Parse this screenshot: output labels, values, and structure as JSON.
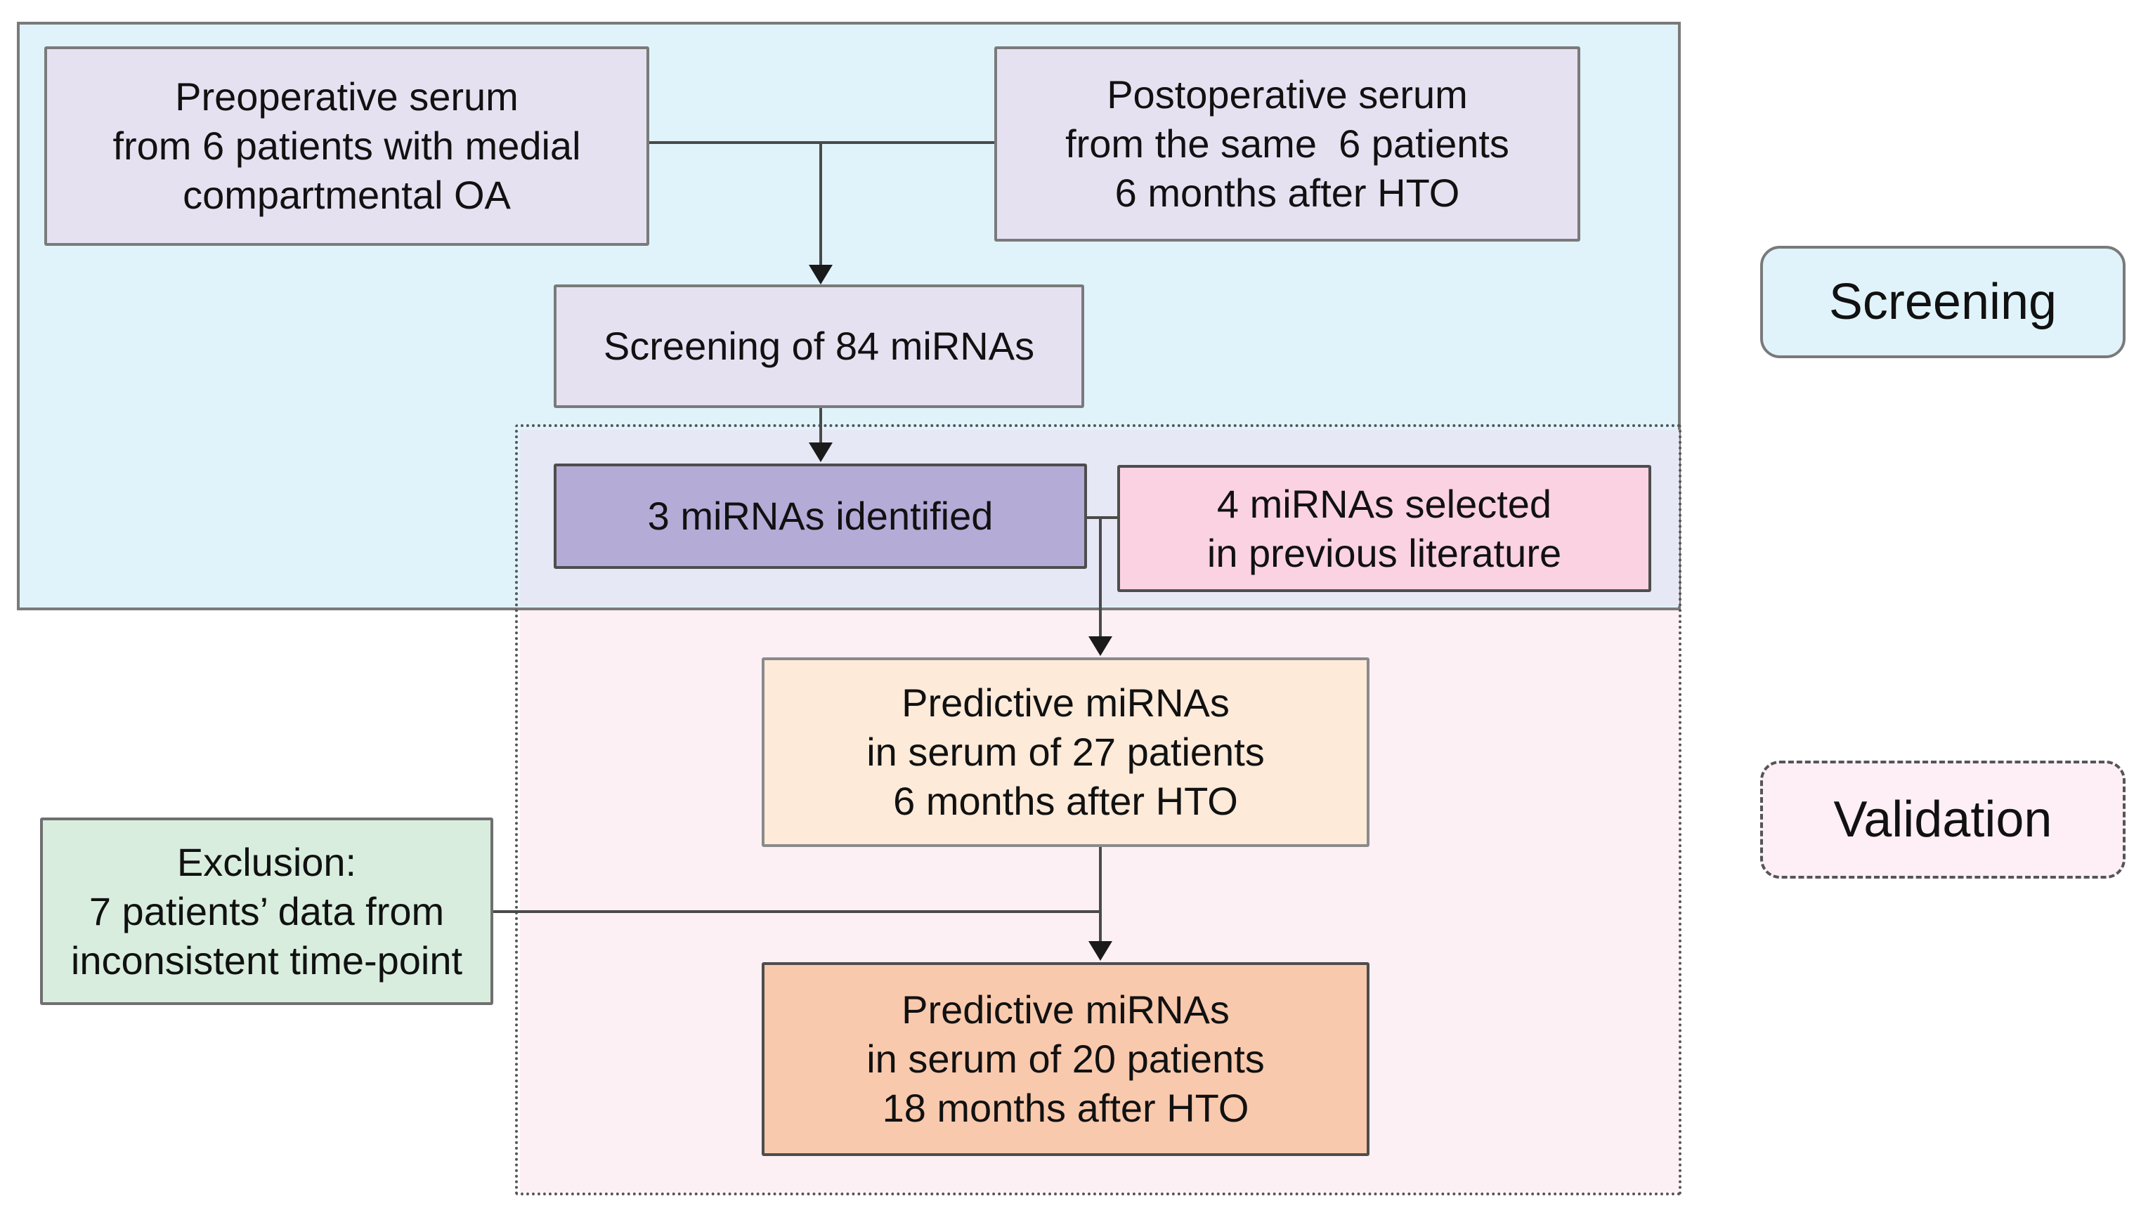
{
  "regions": {
    "screening": {
      "fill": "#e0f3fb",
      "border_color": "#7a7a7a",
      "border_style": "solid"
    },
    "validation": {
      "fill": "#fdf0f5",
      "overlap_fill": "#e7e8f5",
      "border_color": "#555555",
      "border_style": "dotted"
    }
  },
  "boxes": {
    "preop": {
      "text": "Preoperative serum\nfrom 6 patients with medial\ncompartmental OA",
      "fill": "#e6e1f1",
      "border_color": "#7a7a7a"
    },
    "postop": {
      "text": "Postoperative serum\nfrom the same  6 patients\n6 months after HTO",
      "fill": "#e6e1f1",
      "border_color": "#7a7a7a"
    },
    "screen84": {
      "text": "Screening of 84 miRNAs",
      "fill": "#e6e1f1",
      "border_color": "#7a7a7a"
    },
    "identified3": {
      "text": "3 miRNAs identified",
      "fill": "#b5abd7",
      "border_color": "#4d4d4d"
    },
    "selected4": {
      "text": "4 miRNAs selected\nin previous literature",
      "fill": "#fbd2e2",
      "border_color": "#4d4d4d"
    },
    "predictive27": {
      "text": "Predictive miRNAs\nin serum of 27 patients\n6 months after HTO",
      "fill": "#fdead9",
      "border_color": "#8a8a8a"
    },
    "exclusion": {
      "text": "Exclusion:\n7 patients’ data from\ninconsistent time-point",
      "fill": "#d8edde",
      "border_color": "#6f6f6f"
    },
    "predictive20": {
      "text": "Predictive miRNAs\nin serum of 20 patients\n18 months after HTO",
      "fill": "#f9c9ad",
      "border_color": "#4d4d4d"
    }
  },
  "legend": {
    "screening": {
      "label": "Screening",
      "fill": "#e0f3fb",
      "border_color": "#7a7a7a",
      "border_style": "solid"
    },
    "validation": {
      "label": "Validation",
      "fill": "#fdeff5",
      "border_color": "#555555",
      "border_style": "dashed"
    }
  },
  "connector_color": "#4a4a4a"
}
